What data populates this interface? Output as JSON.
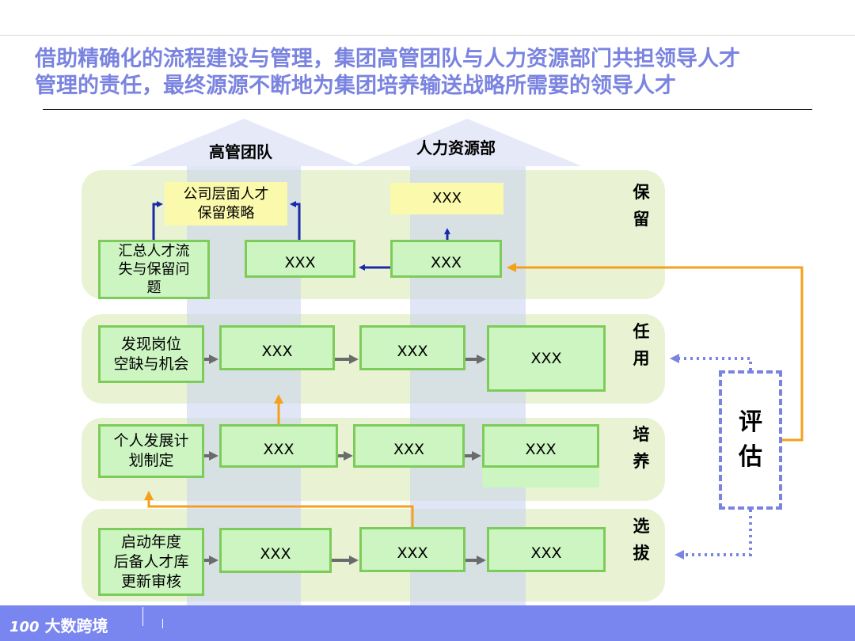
{
  "title_line1": "借助精确化的流程建设与管理，集团高管团队与人力资源部门共担领导人才",
  "title_line2": "管理的责任，最终源源不断地为集团培养输送战略所需要的领导人才",
  "columns": {
    "exec": "高管团队",
    "hr": "人力资源部"
  },
  "rows": {
    "retain": {
      "label": [
        "保",
        "留"
      ]
    },
    "appoint": {
      "label": [
        "任",
        "用"
      ]
    },
    "develop": {
      "label": [
        "培",
        "养"
      ]
    },
    "select": {
      "label": [
        "选",
        "拔"
      ]
    }
  },
  "nodes": {
    "retain_policy": [
      "公司层面人才",
      "保留策略"
    ],
    "retain_hr_top": "XXX",
    "retain_summary": [
      "汇总人才流",
      "失与保留问",
      "题"
    ],
    "retain_exec": "XXX",
    "retain_hr": "XXX",
    "appoint_start": [
      "发现岗位",
      "空缺与机会"
    ],
    "appoint_1": "XXX",
    "appoint_2": "XXX",
    "appoint_3": "XXX",
    "develop_start": [
      "个人发展计",
      "划制定"
    ],
    "develop_1": "XXX",
    "develop_2": "XXX",
    "develop_3": "XXX",
    "select_start": [
      "启动年度",
      "后备人才库",
      "更新审核"
    ],
    "select_1": "XXX",
    "select_2": "XXX",
    "select_3": "XXX"
  },
  "evaluate": [
    "评",
    "估"
  ],
  "footer": {
    "logo_text": "大数跨境",
    "logo_mark": "100"
  },
  "colors": {
    "title": "#7a84e0",
    "band": "#e9f3d4",
    "box_fill": "#ccf5c2",
    "box_border": "#7dcc5a",
    "yellow": "#faf9ac",
    "navy_arrow": "#1a2aa8",
    "orange_arrow": "#f5a01a",
    "gray_arrow": "#6b6b6b",
    "dotted_arrow": "#7a84e0",
    "footer": "#7a86f0"
  }
}
